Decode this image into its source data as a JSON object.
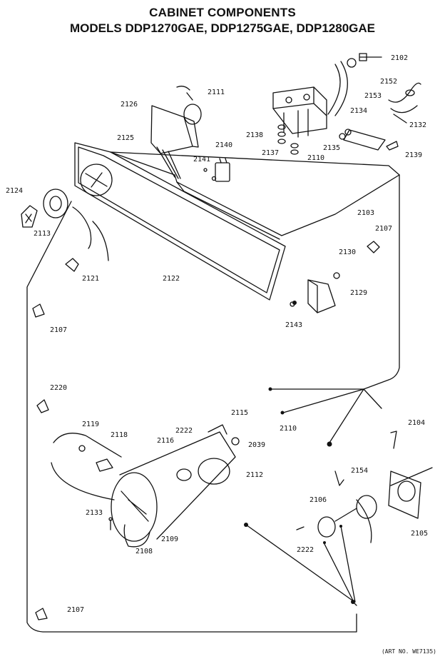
{
  "header": {
    "title": "CABINET COMPONENTS",
    "models": "MODELS DDP1270GAE, DDP1275GAE, DDP1280GAE"
  },
  "art_number": "(ART NO. WE7135)",
  "callouts": [
    "2102",
    "2152",
    "2153",
    "2111",
    "2126",
    "2134",
    "2132",
    "2138",
    "2137",
    "2110",
    "2135",
    "2139",
    "2125",
    "2141",
    "2140",
    "2124",
    "2113",
    "2103",
    "2107",
    "2130",
    "2121",
    "2122",
    "2129",
    "2143",
    "2107",
    "2220",
    "2115",
    "2110",
    "2104",
    "2119",
    "2118",
    "2222",
    "2116",
    "2039",
    "2112",
    "2154",
    "2106",
    "2133",
    "2109",
    "2108",
    "2222",
    "2105",
    "2107"
  ]
}
